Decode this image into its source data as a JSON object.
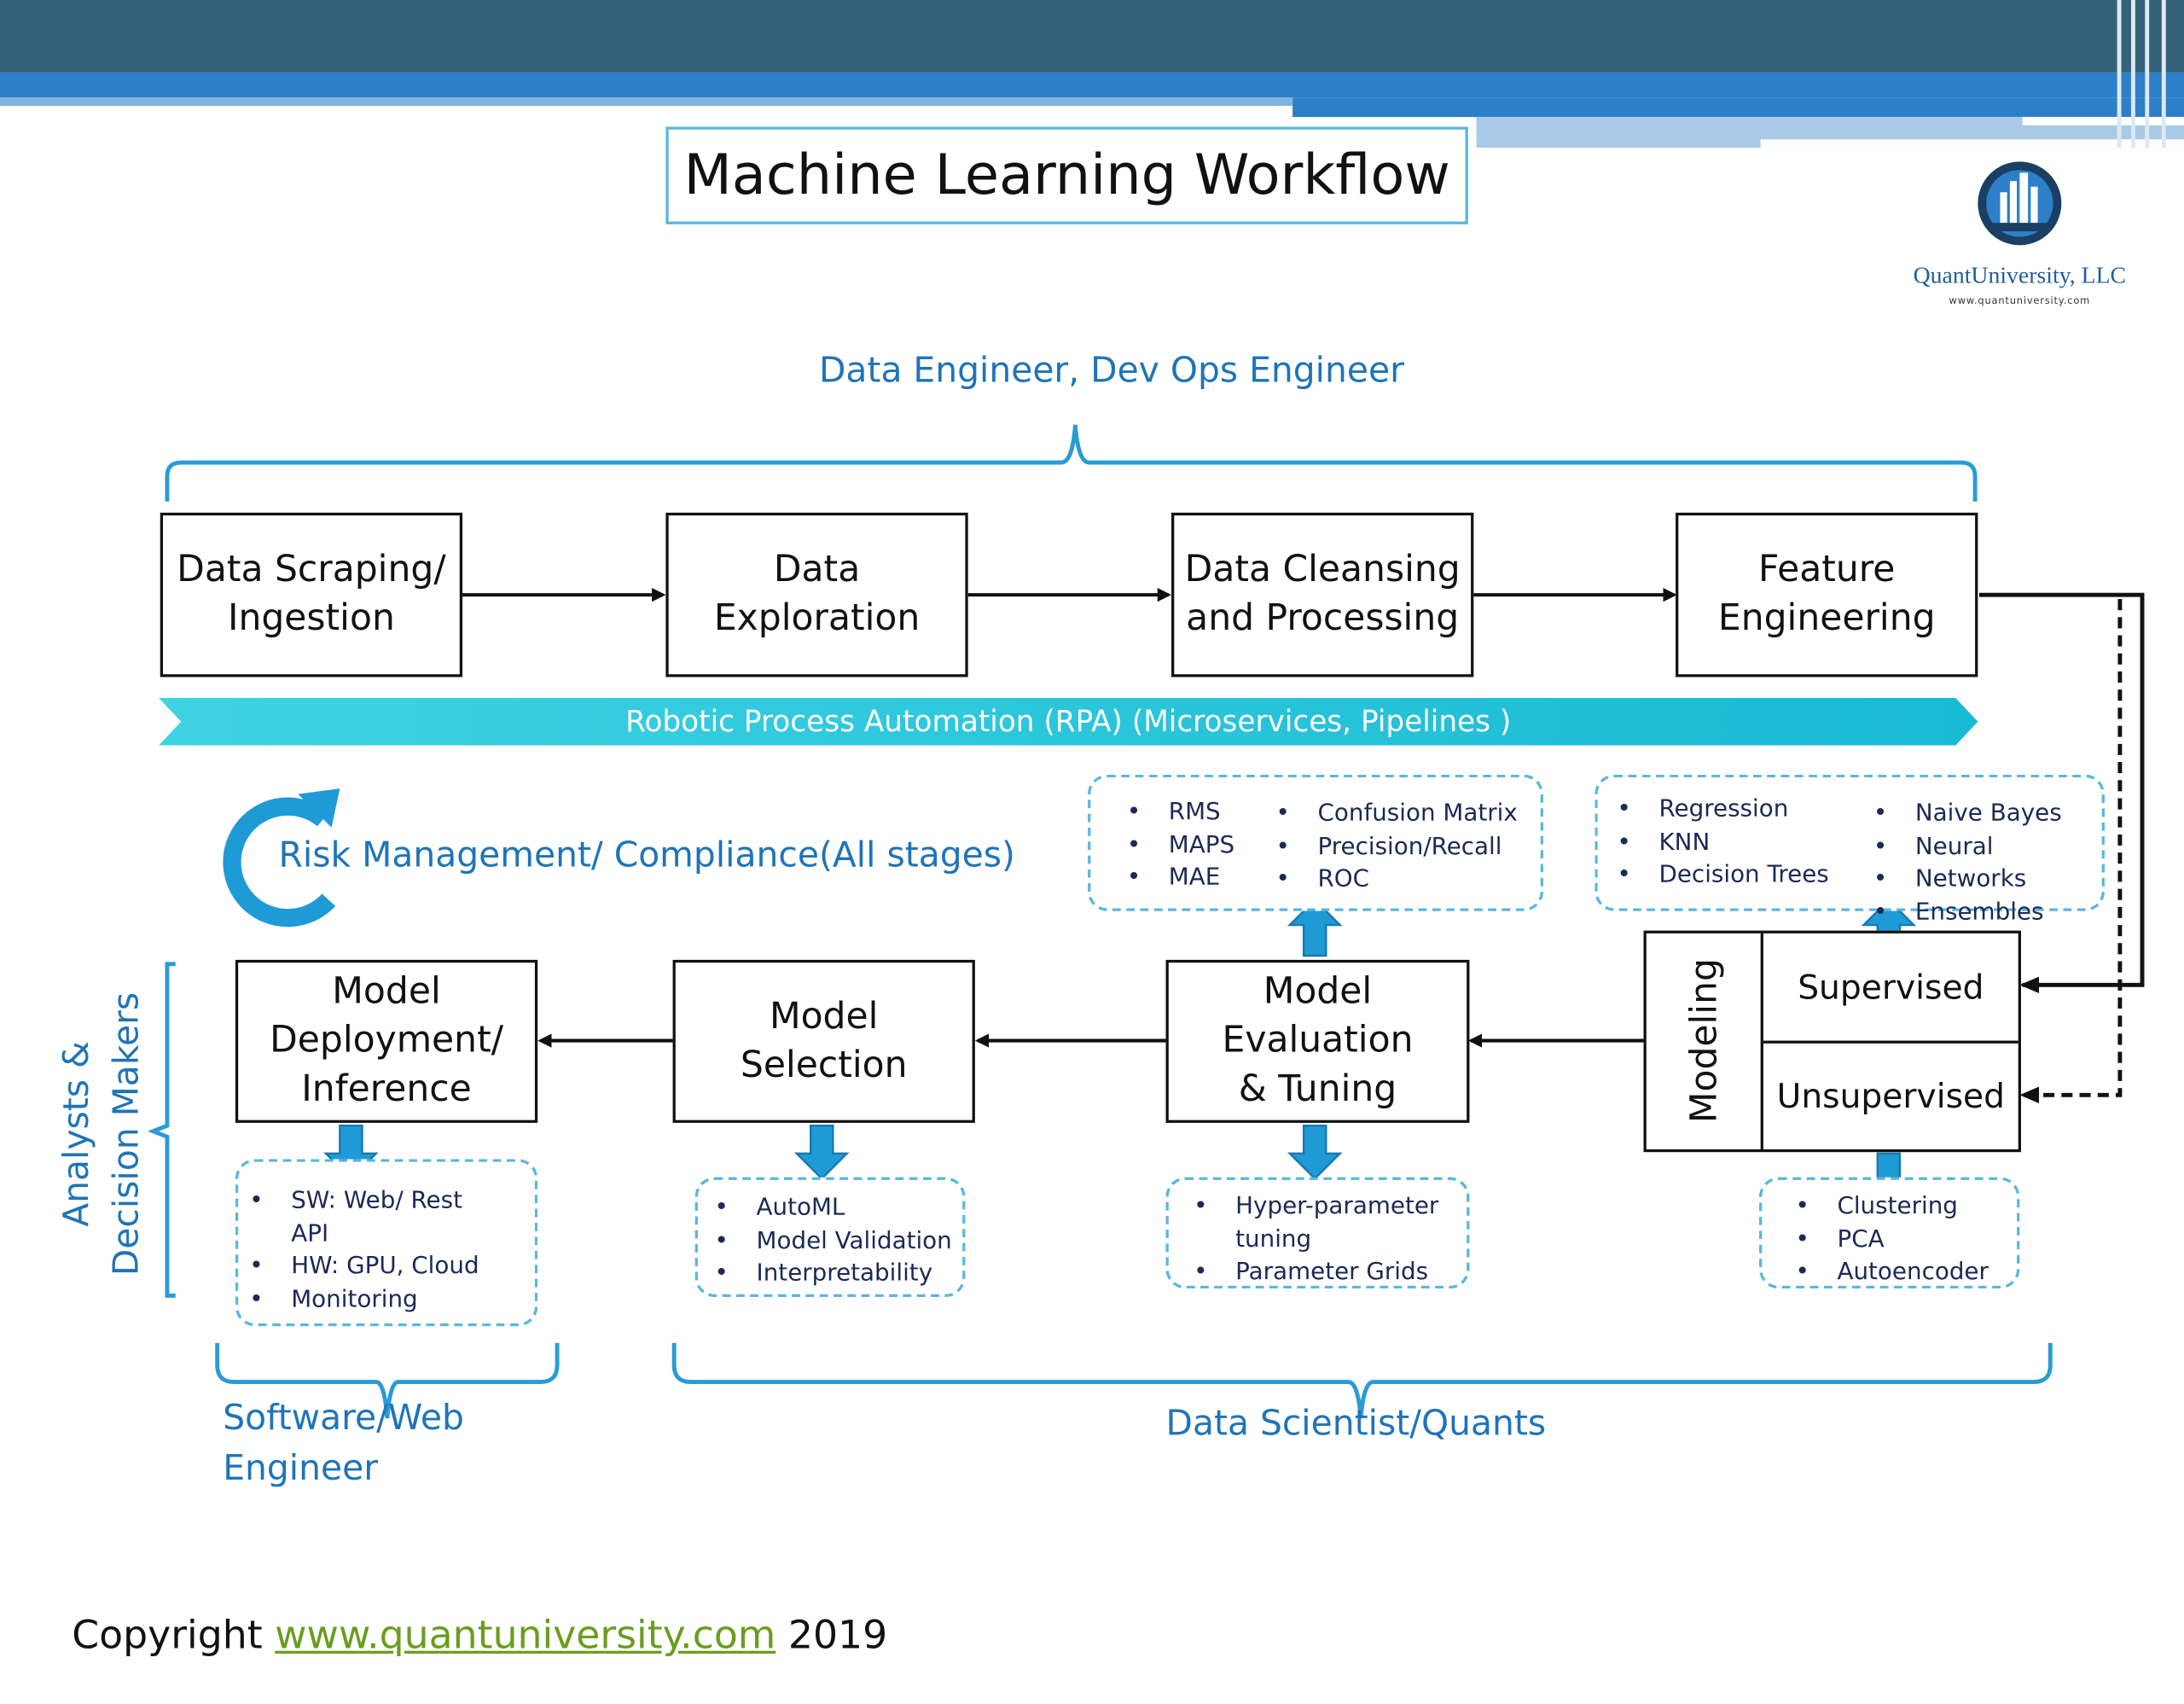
{
  "title": "Machine Learning Workflow",
  "logo": {
    "name": "QuantUniversity, LLC",
    "url": "www.quantuniversity.com",
    "icon": "building-logo-icon"
  },
  "roles": {
    "top": "Data Engineer, Dev Ops Engineer",
    "left_line1": "Analysts &",
    "left_line2": "Decision Makers",
    "bottom_left_line1": "Software/Web",
    "bottom_left_line2": "Engineer",
    "bottom_right": "Data Scientist/Quants"
  },
  "top_steps": [
    {
      "line1": "Data Scraping/",
      "line2": "Ingestion"
    },
    {
      "line1": "Data",
      "line2": "Exploration"
    },
    {
      "line1": "Data Cleansing",
      "line2": "and Processing"
    },
    {
      "line1": "Feature",
      "line2": "Engineering"
    }
  ],
  "rpa_banner": "Robotic Process Automation (RPA) (Microservices, Pipelines )",
  "risk": {
    "text": "Risk Management/ Compliance(All stages)",
    "icon": "refresh-cycle-icon"
  },
  "bottom_steps": {
    "deployment": {
      "line1": "Model",
      "line2": "Deployment/",
      "line3": "Inference"
    },
    "selection": {
      "line1": "Model",
      "line2": "Selection"
    },
    "evaluation": {
      "line1": "Model",
      "line2": "Evaluation",
      "line3": "& Tuning"
    },
    "modeling": {
      "label": "Modeling",
      "supervised": "Supervised",
      "unsupervised": "Unsupervised"
    }
  },
  "details": {
    "metrics_left": [
      "RMS",
      "MAPS",
      "MAE"
    ],
    "metrics_right": [
      "Confusion Matrix",
      "Precision/Recall",
      "ROC"
    ],
    "supervised_left": [
      "Regression",
      "KNN",
      "Decision Trees"
    ],
    "supervised_right": [
      "Naive Bayes",
      "Neural",
      "Networks",
      "Ensembles"
    ],
    "deployment": [
      "SW: Web/ Rest",
      "API",
      "HW: GPU, Cloud",
      "Monitoring"
    ],
    "selection": [
      "AutoML",
      "Model Validation",
      "Interpretability"
    ],
    "tuning": [
      "Hyper-parameter",
      "tuning",
      "Parameter Grids"
    ],
    "unsupervised": [
      "Clustering",
      "PCA",
      "Autoencoder"
    ]
  },
  "footer": {
    "prefix": "Copyright ",
    "link": "www.quantuniversity.com",
    "suffix": " 2019"
  },
  "colors": {
    "header_dark": "#35607a",
    "header_blue": "#2d7fc7",
    "accent_blue": "#1f74b8",
    "rpa_cyan": "#27c6dc",
    "arrow_blue": "#1e9bd7",
    "dashed": "#5ab7dc",
    "link_green": "#6a9d1f"
  }
}
